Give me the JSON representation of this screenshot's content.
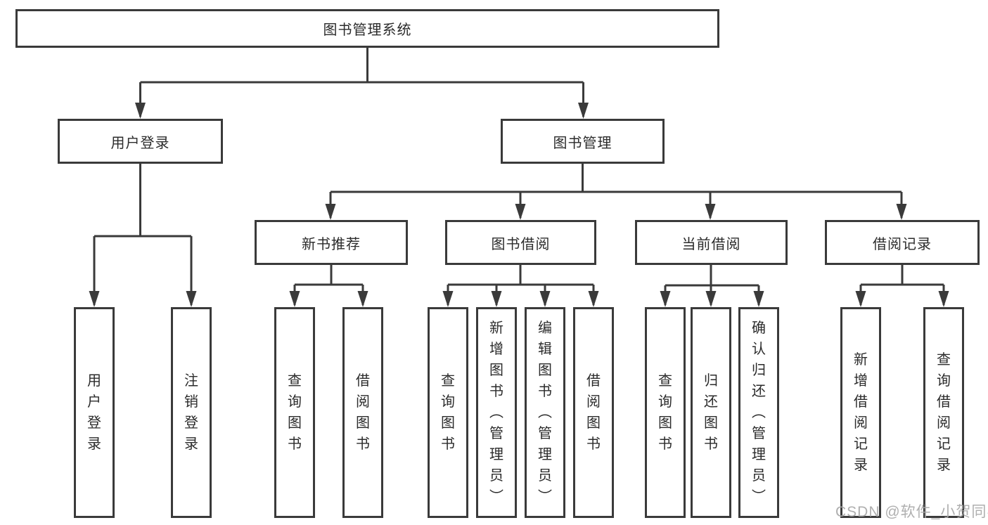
{
  "diagram": {
    "root": {
      "label": "图书管理系统"
    },
    "level2": [
      {
        "id": "user-login",
        "label": "用户登录"
      },
      {
        "id": "book-management",
        "label": "图书管理"
      }
    ],
    "level3": [
      {
        "id": "new-book-recommend",
        "parent": "book-management",
        "label": "新书推荐"
      },
      {
        "id": "book-borrow",
        "parent": "book-management",
        "label": "图书借阅"
      },
      {
        "id": "current-borrow",
        "parent": "book-management",
        "label": "当前借阅"
      },
      {
        "id": "borrow-record",
        "parent": "book-management",
        "label": "借阅记录"
      }
    ],
    "leaves": [
      {
        "parent": "user-login",
        "label": "用户登录"
      },
      {
        "parent": "user-login",
        "label": "注销登录"
      },
      {
        "parent": "new-book-recommend",
        "label": "查询图书"
      },
      {
        "parent": "new-book-recommend",
        "label": "借阅图书"
      },
      {
        "parent": "book-borrow",
        "label": "查询图书"
      },
      {
        "parent": "book-borrow",
        "label": "新增图书（管理员）"
      },
      {
        "parent": "book-borrow",
        "label": "编辑图书（管理员）"
      },
      {
        "parent": "book-borrow",
        "label": "借阅图书"
      },
      {
        "parent": "current-borrow",
        "label": "查询图书"
      },
      {
        "parent": "current-borrow",
        "label": "归还图书"
      },
      {
        "parent": "current-borrow",
        "label": "确认归还（管理员）"
      },
      {
        "parent": "borrow-record",
        "label": "新增借阅记录"
      },
      {
        "parent": "borrow-record",
        "label": "查询借阅记录"
      }
    ]
  },
  "colors": {
    "line": "#3a3a3a",
    "background": "#ffffff",
    "watermark": "#a8a8a8"
  },
  "watermark": {
    "text": "CSDN @软件_小贺同学"
  }
}
